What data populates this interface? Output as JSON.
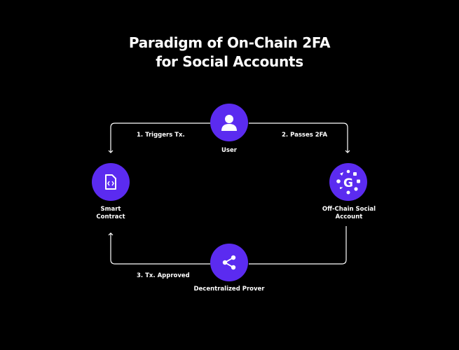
{
  "title": {
    "line1": "Paradigm of On-Chain 2FA",
    "line2": "for Social Accounts"
  },
  "nodes": {
    "user": {
      "label": "User",
      "icon": "user-icon"
    },
    "smart_contract": {
      "label_line1": "Smart",
      "label_line2": "Contract",
      "icon": "code-file-icon"
    },
    "off_chain": {
      "label_line1": "Off-Chain Social",
      "label_line2": "Account",
      "icon": "social-logos-icon"
    },
    "prover": {
      "label": "Decentralized Prover",
      "icon": "share-icon"
    }
  },
  "edges": {
    "triggers": "1. Triggers Tx.",
    "passes": "2. Passes 2FA",
    "approved": "3. Tx. Approved"
  },
  "colors": {
    "node": "#5B2BF0",
    "background": "#000000",
    "line": "#FFFFFF"
  }
}
